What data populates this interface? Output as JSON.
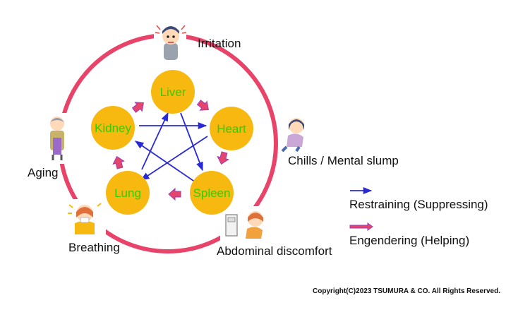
{
  "colors": {
    "ring": "#e8446a",
    "organ_fill": "#f7b80f",
    "organ_text": "#33cc00",
    "restraining_arrow": "#2a2ad4",
    "engendering_fill": "#e5456c",
    "engendering_edge": "#9b3bb5"
  },
  "organs": {
    "liver": "Liver",
    "heart": "Heart",
    "spleen": "Spleen",
    "lung": "Lung",
    "kidney": "Kidney"
  },
  "symptoms": {
    "irritation": "Irritation",
    "chills": "Chills / Mental slump",
    "abdominal": "Abdominal discomfort",
    "breathing": "Breathing",
    "aging": "Aging"
  },
  "figures": {
    "irritation": "irritated-person-icon",
    "chills": "chilled-person-icon",
    "abdominal": "person-at-toilet-icon",
    "breathing": "coughing-person-icon",
    "aging": "elderly-person-icon"
  },
  "legend": {
    "restraining": "Restraining (Suppressing)",
    "engendering": "Engendering (Helping)"
  },
  "copyright": "Copyright(C)2023 TSUMURA & CO. All Rights Reserved."
}
